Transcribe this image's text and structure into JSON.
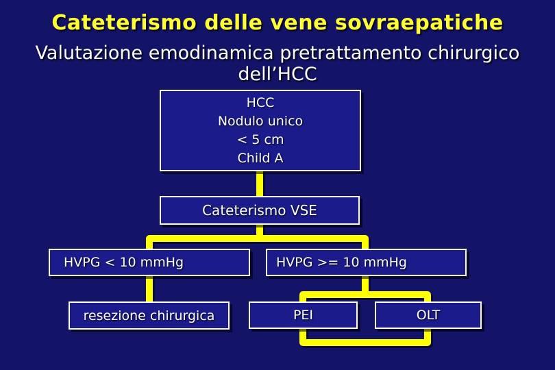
{
  "slide": {
    "title": "Cateterismo delle vene sovraepatiche",
    "subtitle_line1": "Valutazione emodinamica pretrattamento chirurgico",
    "subtitle_line2": "dell’HCC"
  },
  "flowchart": {
    "hcc_box": {
      "lines": [
        "HCC",
        "Nodulo unico",
        "< 5 cm",
        "Child A"
      ]
    },
    "vse_box": {
      "label": "Cateterismo VSE"
    },
    "hvpg_low_box": {
      "label": "HVPG < 10 mmHg"
    },
    "hvpg_high_box": {
      "label": "HVPG >= 10 mmHg"
    },
    "resezione_box": {
      "label": "resezione chirurgica"
    },
    "pei_box": {
      "label": "PEI"
    },
    "olt_box": {
      "label": "OLT"
    }
  },
  "colors": {
    "background": "#131368",
    "box_fill": "#1B1B8C",
    "box_border": "#FFFFFF",
    "connector": "#FFFF00",
    "title": "#FFFF33",
    "text": "#FFFFFF"
  }
}
